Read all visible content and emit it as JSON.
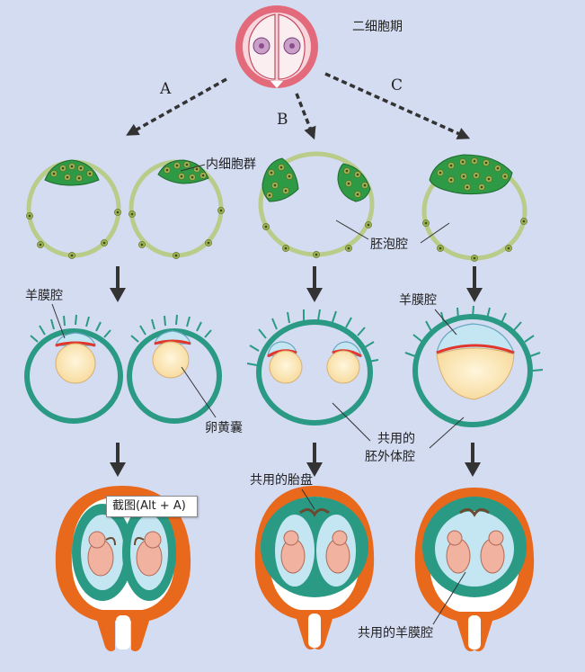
{
  "labels": {
    "two_cell_stage": "二细胞期",
    "route_a": "A",
    "route_b": "B",
    "route_c": "C",
    "inner_cell_mass": "内细胞群",
    "blastocoel": "胚泡腔",
    "amnion_left": "羊膜腔",
    "amnion_right": "羊膜腔",
    "yolk_sac": "卵黄囊",
    "shared_exocoelom_line1": "共用的",
    "shared_exocoelom_line2": "胚外体腔",
    "shared_placenta": "共用的胎盘",
    "shared_amnion": "共用的羊膜腔"
  },
  "tooltip": {
    "text": "截图(Alt + A)"
  },
  "colors": {
    "background": "#d4dcf2",
    "zona_outer": "#e26a7a",
    "zona_inner": "#f6d0d8",
    "trophoblast": "#b9cc8a",
    "inner_mass": "#2f9a46",
    "chorion": "#2a9a84",
    "uterus": "#e8681c",
    "yolk": "#fbe6b6",
    "amnion": "#c4e6f2",
    "embryo": "#f1b2a0"
  }
}
